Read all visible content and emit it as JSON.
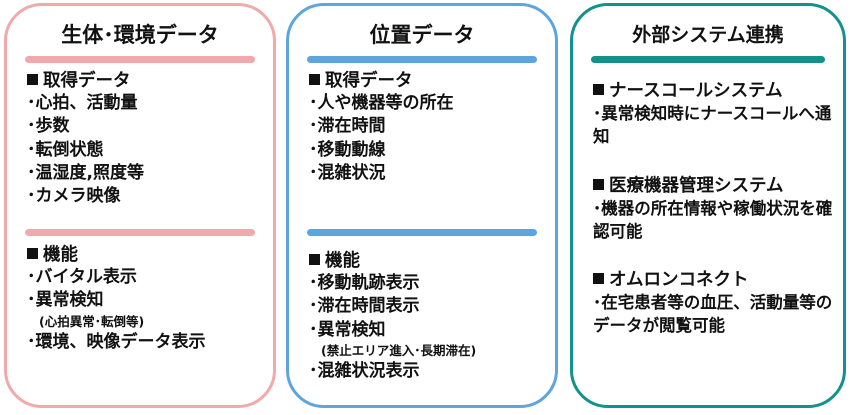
{
  "panels": [
    {
      "title": "生体･環境データ",
      "sections": [
        {
          "heading": "取得データ",
          "items": [
            {
              "text": "･心拍、活動量"
            },
            {
              "text": "･歩数"
            },
            {
              "text": "･転倒状態"
            },
            {
              "text": "･温湿度,照度等"
            },
            {
              "text": "･カメラ映像"
            }
          ]
        },
        {
          "heading": "機能",
          "items": [
            {
              "text": "･バイタル表示"
            },
            {
              "text": "･異常検知"
            },
            {
              "text": "(心拍異常･転倒等)",
              "note": true
            },
            {
              "text": "･環境、映像データ表示"
            }
          ]
        }
      ]
    },
    {
      "title": "位置データ",
      "sections": [
        {
          "heading": "取得データ",
          "items": [
            {
              "text": "･人や機器等の所在"
            },
            {
              "text": "･滞在時間"
            },
            {
              "text": "･移動動線"
            },
            {
              "text": "･混雑状況"
            }
          ]
        },
        {
          "heading": "機能",
          "items": [
            {
              "text": "･移動軌跡表示"
            },
            {
              "text": "･滞在時間表示"
            },
            {
              "text": "･異常検知"
            },
            {
              "text": "(禁止エリア進入･長期滞在)",
              "note": true
            },
            {
              "text": "･混雑状況表示"
            }
          ]
        }
      ]
    },
    {
      "title": "外部システム連携",
      "sections": [
        {
          "heading": "ナースコールシステム",
          "desc": "･異常検知時にナースコールへ通知"
        },
        {
          "heading": "医療機器管理システム",
          "desc": "･機器の所在情報や稼働状況を確認可能"
        },
        {
          "heading": "オムロンコネクト",
          "desc": "･在宅患者等の血圧、活動量等のデータが閲覧可能"
        }
      ]
    }
  ],
  "colors": {
    "panel1": "#f2a9ab",
    "panel2": "#5da5de",
    "panel3": "#13918b"
  }
}
